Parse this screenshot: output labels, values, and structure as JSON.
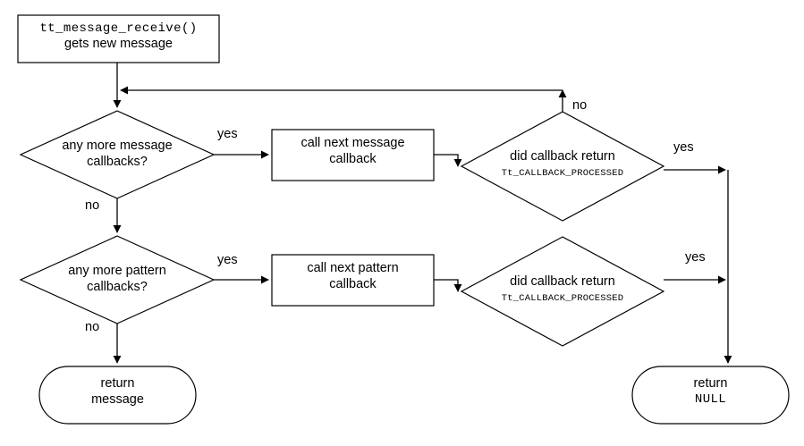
{
  "diagram": {
    "title": "tt_message_receive callback dispatch flowchart",
    "colors": {
      "background": "#ffffff",
      "stroke": "#000000",
      "text": "#000000"
    },
    "nodes": {
      "start": {
        "type": "process-box",
        "line1": "tt_message_receive()",
        "line2": "gets new message"
      },
      "decision_message_callbacks": {
        "type": "decision-diamond",
        "line1": "any more message",
        "line2": "callbacks?"
      },
      "call_message_callback": {
        "type": "process-box",
        "line1": "call next message",
        "line2": "callback"
      },
      "decision_message_return": {
        "type": "decision-diamond",
        "line1": "did callback return",
        "line2": "Tt_CALLBACK_PROCESSED"
      },
      "decision_pattern_callbacks": {
        "type": "decision-diamond",
        "line1": "any more pattern",
        "line2": "callbacks?"
      },
      "call_pattern_callback": {
        "type": "process-box",
        "line1": "call next pattern",
        "line2": "callback"
      },
      "decision_pattern_return": {
        "type": "decision-diamond",
        "line1": "did callback return",
        "line2": "Tt_CALLBACK_PROCESSED"
      },
      "return_message": {
        "type": "terminator-rounded",
        "line1": "return",
        "line2": "message"
      },
      "return_null": {
        "type": "terminator-rounded",
        "line1": "return",
        "line2": "NULL"
      }
    },
    "edge_labels": {
      "message_callbacks_yes": "yes",
      "message_callbacks_no": "no",
      "message_return_yes": "yes",
      "message_return_no": "no",
      "pattern_callbacks_yes": "yes",
      "pattern_callbacks_no": "no",
      "pattern_return_yes": "yes"
    }
  }
}
